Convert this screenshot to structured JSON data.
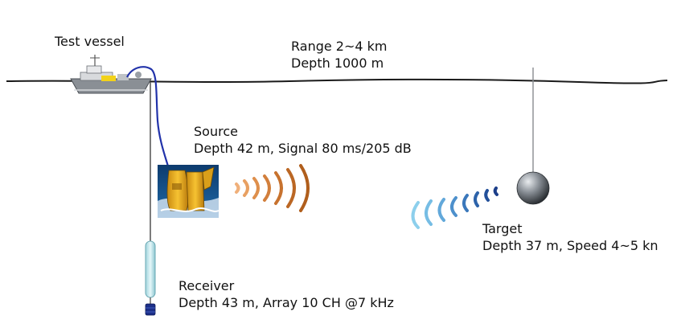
{
  "labels": {
    "vessel": "Test vessel",
    "range": {
      "line1": "Range 2~4 km",
      "line2": "Depth 1000 m"
    },
    "source": {
      "title": "Source",
      "detail": "Depth 42 m, Signal 80 ms/205 dB"
    },
    "target": {
      "title": "Target",
      "detail": "Depth 37 m, Speed 4~5 kn"
    },
    "receiver": {
      "title": "Receiver",
      "detail": "Depth 43 m, Array 10 CH @7 kHz"
    }
  },
  "colors": {
    "sea_surface": "#1a1a1a",
    "cable": "#2233aa",
    "source_body": "#f2b51c",
    "source_wave": "#b8621a",
    "target_sphere": "#555a60",
    "echo_wave_light": "#7ec8e8",
    "echo_wave_dark": "#1d3f8a",
    "receiver_array": "#bfe6ec"
  }
}
